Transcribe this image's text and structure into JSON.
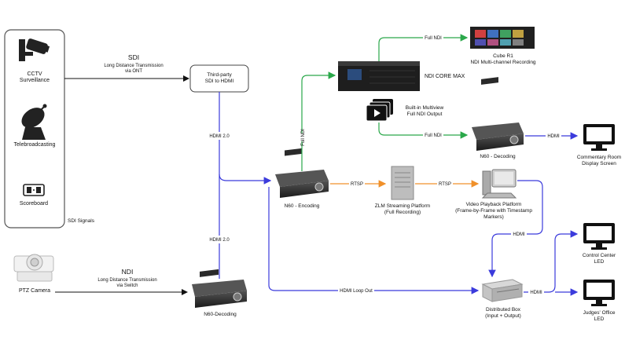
{
  "sources": {
    "cctv": "CCTV\nSurveillance",
    "telebroadcasting": "Telebroadcasting",
    "scoreboard": "Scoreboard",
    "sdi_signals": "SDI Signals",
    "ptz_camera": "PTZ Camera"
  },
  "links": {
    "sdi_title": "SDI",
    "sdi_sub": "Long Distance Transmission\nvia ONT",
    "ndi_title": "NDI",
    "ndi_sub": "Long Distance Transmission\nvia Switch",
    "hdmi20_top": "HDMI 2.0",
    "hdmi20_bottom": "HDMI 2.0",
    "full_ndi_left": "Full NDI",
    "full_ndi_top": "Full NDI",
    "full_ndi_mid": "Full NDI",
    "rtsp1": "RTSP",
    "rtsp2": "RTSP",
    "hdmi_right": "HDMI",
    "hdmi_loop": "HDMI",
    "hdmi_loop_out": "HDMI Loop Out",
    "hdmi_dist": "HDMI"
  },
  "nodes": {
    "converter": "Third-party\nSDI to HDMI",
    "n60_encoding": "N60 - Encoding",
    "n60_decoding_left": "N60-Decoding",
    "ndi_core": "NDI CORE MAX",
    "cube": "Cube R1\nNDI Multi-channel Recording",
    "multiview": "Built-in Multiview\nFull NDI Output",
    "n60_decoding_right": "N60 - Decoding",
    "zlm": "ZLM Streaming Platform\n(Full Recording)",
    "playback": "Video Playback Platform\n(Frame-by-Frame with Timestamp\nMarkers)",
    "dist_box": "Distributed Box\n(Input + Output)",
    "commentary": "Commentary Room\nDisplay Screen",
    "control_center": "Control Center\nLED",
    "judges": "Judges' Office\nLED"
  },
  "colors": {
    "blue": "#3b3bdc",
    "green": "#2aa84a",
    "orange": "#f0902a",
    "black": "#111111"
  }
}
